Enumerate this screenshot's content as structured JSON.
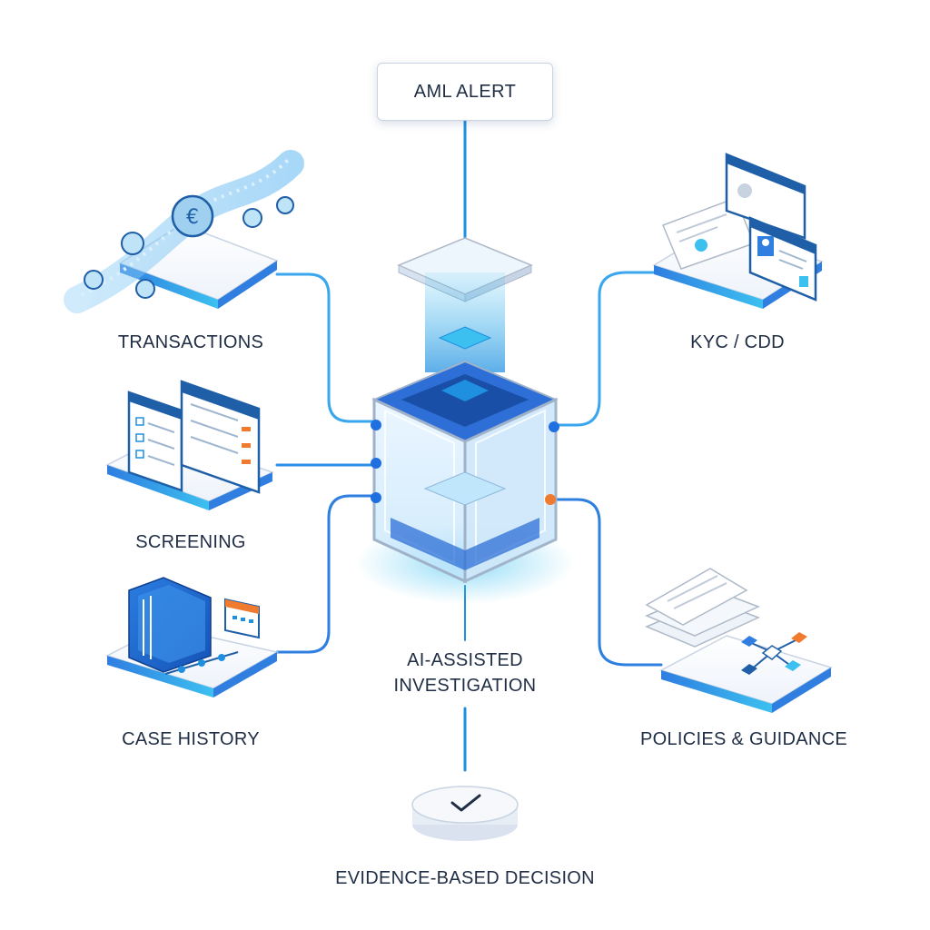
{
  "alert": {
    "label": "AML ALERT"
  },
  "center": {
    "label_line1": "AI-ASSISTED",
    "label_line2": "INVESTIGATION"
  },
  "sources": {
    "transactions": {
      "label": "TRANSACTIONS"
    },
    "screening": {
      "label": "SCREENING"
    },
    "case_history": {
      "label": "CASE HISTORY"
    },
    "kyc_cdd": {
      "label": "KYC / CDD"
    },
    "policies": {
      "label": "POLICIES & GUIDANCE"
    }
  },
  "decision": {
    "label": "EVIDENCE-BASED DECISION"
  },
  "coin_symbol": "€",
  "icons": [
    "euro-coin-icon",
    "checkbox-icon",
    "folder-icon",
    "calendar-icon",
    "id-card-icon",
    "avatar-icon",
    "document-icon",
    "flowchart-icon",
    "checkmark-icon"
  ],
  "colors": {
    "accent_blue": "#1f8fe0",
    "light_cyan": "#3cc0f0",
    "dark_blue": "#1a4fa8",
    "orange": "#f07b2e",
    "text": "#1f2d45"
  }
}
